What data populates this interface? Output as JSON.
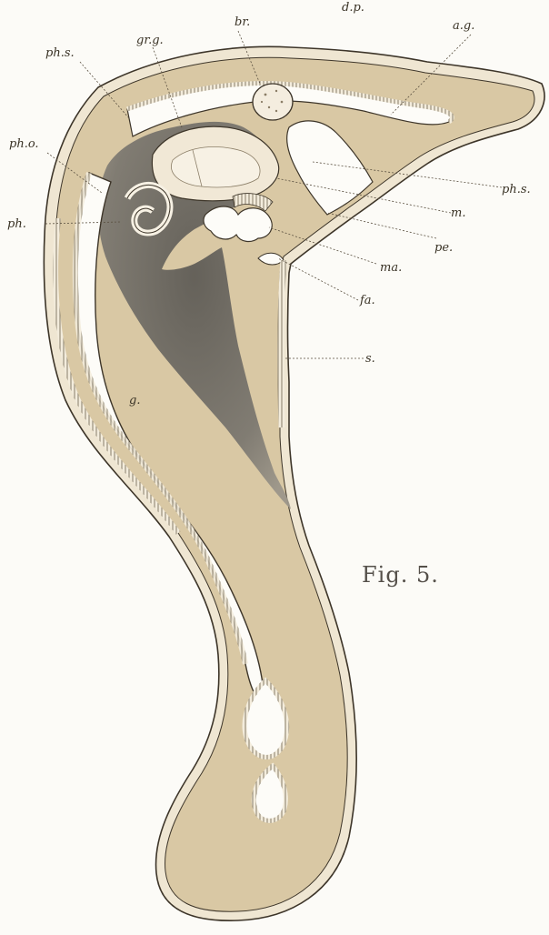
{
  "figure": {
    "caption": "Fig. 5.",
    "labels": {
      "dp": "d.p.",
      "ag": "a.g.",
      "br": "br.",
      "grg": "gr.g.",
      "phs_left": "ph.s.",
      "pho": "ph.o.",
      "ph": "ph.",
      "phs_right": "ph.s.",
      "m": "m.",
      "pe": "pe.",
      "ma": "ma.",
      "fa": "fa.",
      "s": "s.",
      "g": "g."
    }
  },
  "colors": {
    "tissue": "#d9c8a4",
    "outline": "#3d3529",
    "dark_tissue": "#6e6a62",
    "cavity": "#fdfcf8",
    "cuticle": "#efe6d2"
  }
}
